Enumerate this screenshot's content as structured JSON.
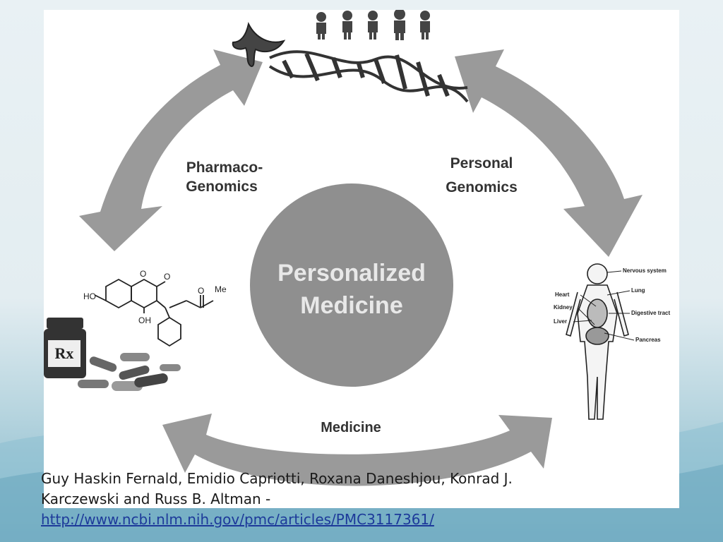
{
  "diagram": {
    "center_line1": "Personalized",
    "center_line2": "Medicine",
    "left_label_line1": "Pharmaco-",
    "left_label_line2": "Genomics",
    "right_label_line1": "Personal",
    "right_label_line2": "Genomics",
    "bottom_label": "Medicine",
    "molecule": {
      "ho": "HO",
      "oh": "OH",
      "o1": "O",
      "o2": "O",
      "o3": "O",
      "me": "Me"
    },
    "rx_label": "Rx",
    "body_labels": {
      "nervous": "Nervous system",
      "lung": "Lung",
      "heart": "Heart",
      "kidney": "Kidney",
      "digestive": "Digestive tract",
      "liver": "Liver",
      "pancreas": "Pancreas"
    }
  },
  "caption": {
    "line1": "Guy Haskin Fernald, Emidio Capriotti, Roxana Daneshjou, Konrad J.",
    "line2": "Karczewski and Russ B. Altman -",
    "link": "http://www.ncbi.nlm.nih.gov/pmc/articles/PMC3117361/"
  },
  "colors": {
    "arrow_gray": "#9a9a9a",
    "center_circle": "#8f8f8f",
    "label_text": "#333333",
    "link": "#1d3a9a"
  }
}
